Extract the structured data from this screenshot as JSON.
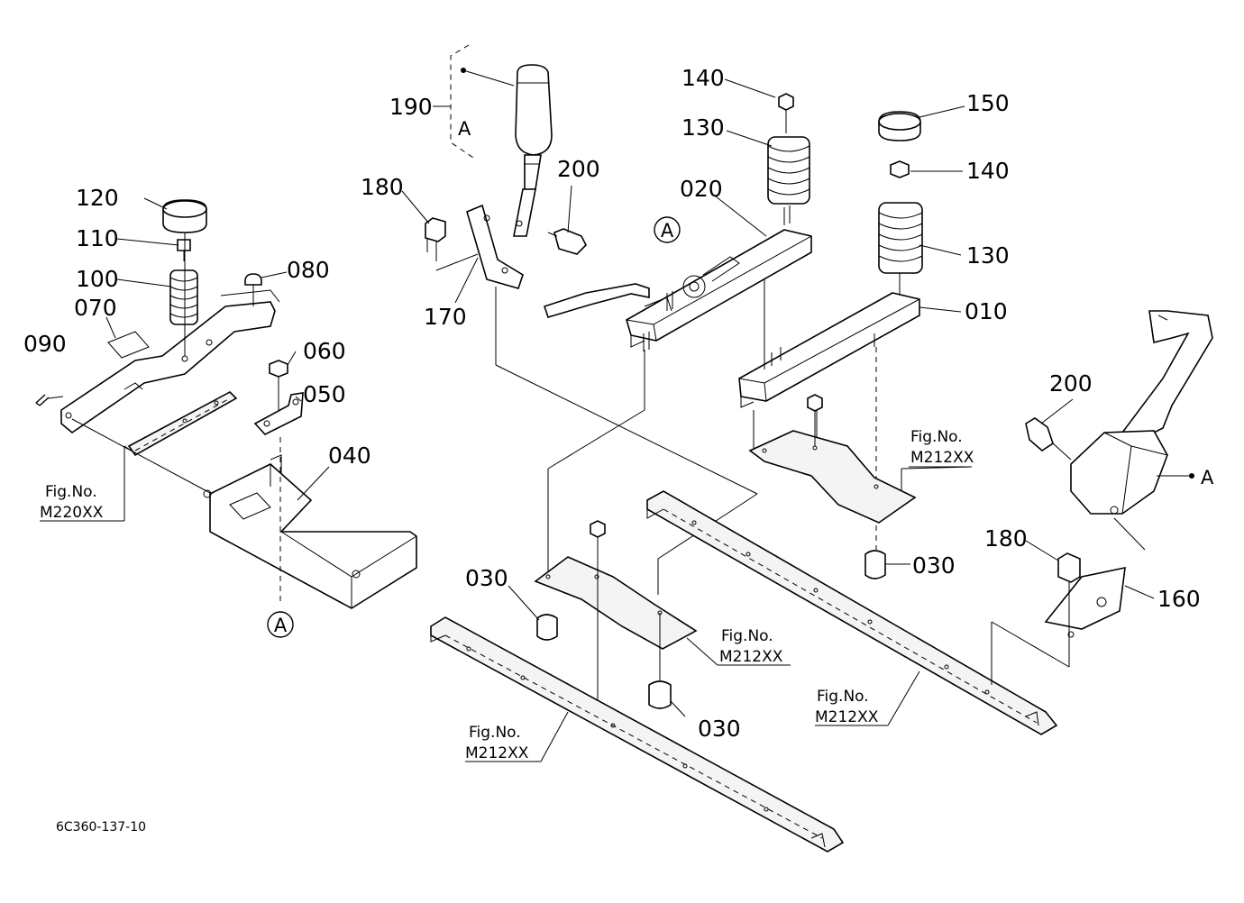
{
  "part_labels": {
    "p010": "010",
    "p020": "020",
    "p030_a": "030",
    "p030_b": "030",
    "p030_c": "030",
    "p040": "040",
    "p050": "050",
    "p060": "060",
    "p070": "070",
    "p080": "080",
    "p090": "090",
    "p100": "100",
    "p110": "110",
    "p120": "120",
    "p130_a": "130",
    "p130_b": "130",
    "p140_a": "140",
    "p140_b": "140",
    "p150": "150",
    "p160": "160",
    "p170": "170",
    "p180_a": "180",
    "p180_b": "180",
    "p190": "190",
    "p200_a": "200",
    "p200_b": "200"
  },
  "fig_refs": {
    "left": {
      "fig": "Fig.No.",
      "code": "M220XX"
    },
    "upper_right": {
      "fig": "Fig.No.",
      "code": "M212XX"
    },
    "center": {
      "fig": "Fig.No.",
      "code": "M212XX"
    },
    "lower_left": {
      "fig": "Fig.No.",
      "code": "M212XX"
    },
    "lower_right": {
      "fig": "Fig.No.",
      "code": "M212XX"
    }
  },
  "reference_marks": {
    "group_190": "A",
    "upper_circle": "A",
    "lower_circle": "A",
    "right_arrow": "A"
  },
  "drawing_id": "6C360-137-10"
}
